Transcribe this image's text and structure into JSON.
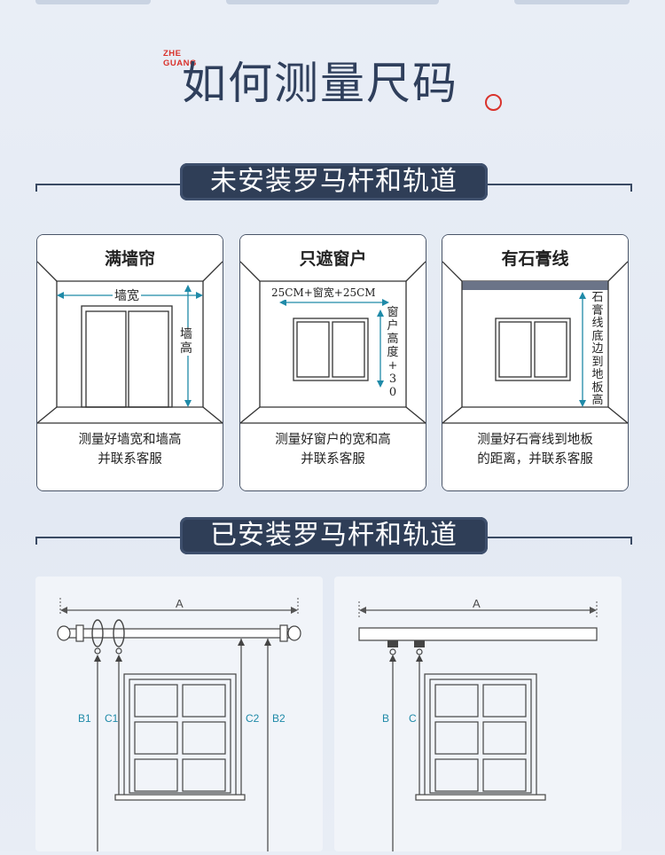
{
  "header": {
    "brand_line1": "ZHE",
    "brand_line2": "GUANG",
    "title": "如何测量尺码"
  },
  "section1": {
    "title": "未安装罗马杆和轨道",
    "cards": [
      {
        "title": "满墙帘",
        "width_label": "墙宽",
        "height_label": "墙高",
        "desc_line1": "测量好墙宽和墙高",
        "desc_line2": "并联系客服"
      },
      {
        "title": "只遮窗户",
        "width_label": "25CM+窗宽+25CM",
        "height_label": "窗户高度+30",
        "desc_line1": "测量好窗户的宽和高",
        "desc_line2": "并联系客服"
      },
      {
        "title": "有石膏线",
        "height_label": "石膏线底边到地板高",
        "desc_line1": "测量好石膏线到地板",
        "desc_line2": "的距离，并联系客服"
      }
    ]
  },
  "section2": {
    "title": "已安装罗马杆和轨道",
    "rod_panel": {
      "a": "A",
      "b1": "B1",
      "c1": "C1",
      "c2": "C2",
      "b2": "B2"
    },
    "track_panel": {
      "a": "A",
      "b": "B",
      "c": "C"
    }
  },
  "colors": {
    "navy": "#2f3e57",
    "accent_red": "#d9322c",
    "measure_blue": "#1f8aa8"
  }
}
